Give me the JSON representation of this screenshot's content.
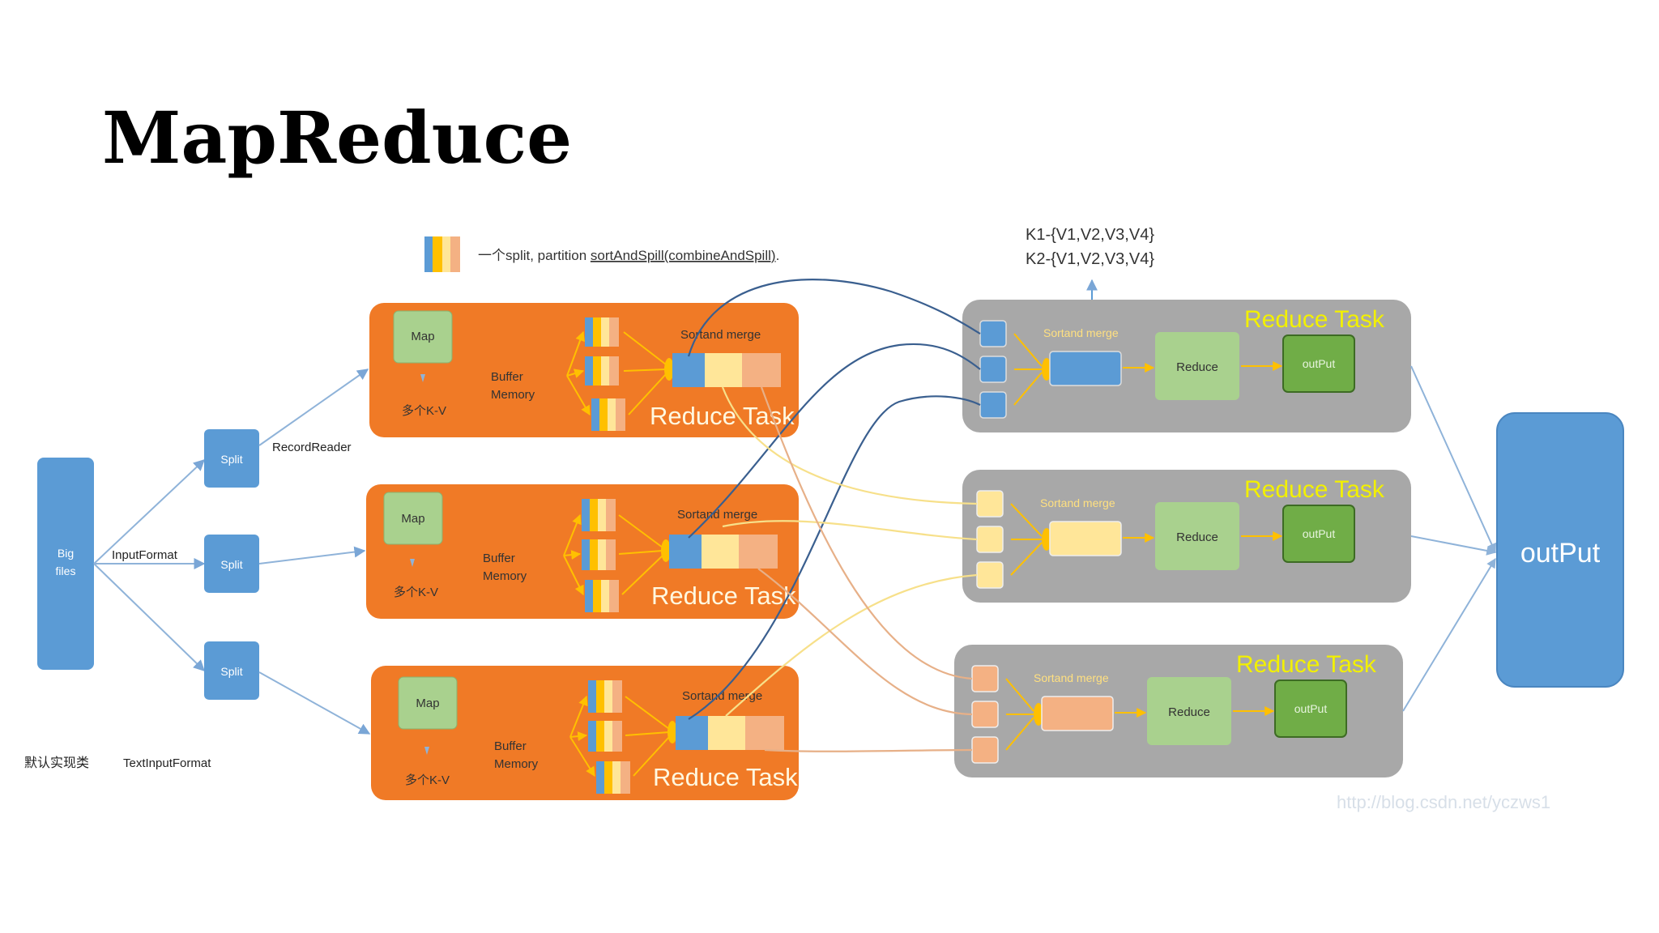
{
  "title": "MapReduce",
  "legend": {
    "text_prefix": "一个split, partition ",
    "text_link": "sortAndSpill(combineAndSpill)",
    "text_suffix": "."
  },
  "output_keys": [
    "K1-{V1,V2,V3,V4}",
    "K2-{V1,V2,V3,V4}"
  ],
  "input": {
    "big_files": [
      "Big",
      "files"
    ],
    "input_format": "InputFormat",
    "record_reader": "RecordReader",
    "split_label": "Split",
    "default_impl": "默认实现类",
    "text_input_format": "TextInputFormat"
  },
  "map_task": {
    "map": "Map",
    "kv": "多个K-V",
    "buffer": [
      "Buffer",
      "Memory"
    ],
    "sort_merge": "Sortand merge",
    "task_label": "Reduce Task"
  },
  "reduce_task": {
    "task_label": "Reduce Task",
    "sort_merge_labels": [
      "Sortand merge",
      "Sortand merge",
      "Sortand merge"
    ],
    "reduce": "Reduce",
    "output": "outPut"
  },
  "final_output": "outPut",
  "watermark": "http://blog.csdn.net/yczws1",
  "colors": {
    "orange": "#f07a26",
    "gray": "#a8a8a8",
    "blue": "#5b9bd5",
    "light_green": "#a9d18e",
    "green": "#70ad47",
    "yellow_text": "#f2f000",
    "arrow": "#8fb3d9",
    "peach": "#f4b183",
    "light_yellow": "#ffe699",
    "gold": "#ffc000"
  }
}
